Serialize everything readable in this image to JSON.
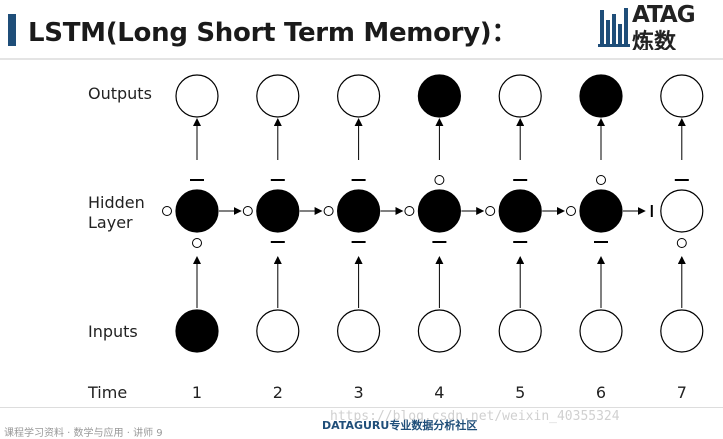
{
  "header": {
    "title": "LSTM(Long Short Term Memory)：",
    "logo_line1": "ATAG",
    "logo_line2": "炼数"
  },
  "labels": {
    "outputs": "Outputs",
    "hidden": "Hidden\nLayer",
    "inputs": "Inputs",
    "time": "Time"
  },
  "time_steps": [
    {
      "t": "1",
      "input_filled": true,
      "output_filled": false,
      "hidden_filled": true
    },
    {
      "t": "2",
      "input_filled": false,
      "output_filled": false,
      "hidden_filled": true
    },
    {
      "t": "3",
      "input_filled": false,
      "output_filled": false,
      "hidden_filled": true
    },
    {
      "t": "4",
      "input_filled": false,
      "output_filled": true,
      "hidden_filled": true
    },
    {
      "t": "5",
      "input_filled": false,
      "output_filled": false,
      "hidden_filled": true
    },
    {
      "t": "6",
      "input_filled": false,
      "output_filled": true,
      "hidden_filled": true
    },
    {
      "t": "7",
      "input_filled": false,
      "output_filled": false,
      "hidden_filled": false
    }
  ],
  "footer": {
    "left": "课程学习资料 · 数学与应用 · 讲师 9",
    "center": "DATAGURU专业数据分析社区",
    "watermark": "https://blog.csdn.net/weixin_40355324"
  },
  "colors": {
    "accent": "#1f4e79",
    "filled_node": "#000000",
    "empty_node": "#ffffff",
    "stroke": "#000000"
  }
}
